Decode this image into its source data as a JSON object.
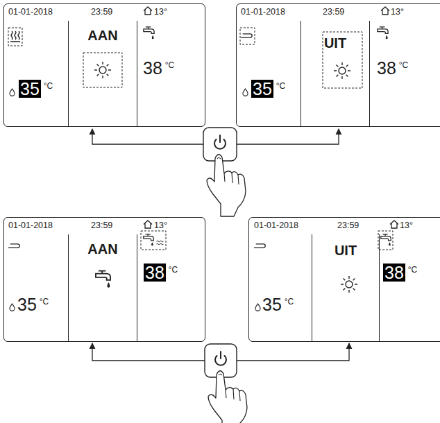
{
  "diagram": {
    "nodes": [
      {
        "text": [
          "01-01-2018",
          "23:59",
          "13°"
        ]
      },
      {
        "text": [
          "35",
          "°C"
        ],
        "in": 0
      },
      {
        "text": [
          "AAN"
        ],
        "in": 0
      },
      {
        "text": [
          "38",
          "°C"
        ],
        "in": 0
      },
      {
        "text": [
          "01-01-2018",
          "23:59",
          "13°"
        ]
      },
      {
        "text": [
          "35",
          "°C"
        ],
        "in": 4
      },
      {
        "text": [
          "UIT"
        ],
        "in": 4
      },
      {
        "text": [
          "38",
          "°C"
        ],
        "in": 4
      },
      {
        "text": [
          "01-01-2018",
          "23:59",
          "13°"
        ]
      },
      {
        "text": [
          "35",
          "°C"
        ],
        "in": 8
      },
      {
        "text": [
          "AAN"
        ],
        "in": 8
      },
      {
        "text": [
          "38",
          "°C"
        ],
        "in": 8
      },
      {
        "text": [
          "01-01-2018",
          "23:59",
          "13°"
        ]
      },
      {
        "text": [
          "35",
          "°C"
        ],
        "in": 12
      },
      {
        "text": [
          "UIT"
        ],
        "in": 12
      },
      {
        "text": [
          "38",
          "°C"
        ],
        "in": 12
      }
    ]
  }
}
